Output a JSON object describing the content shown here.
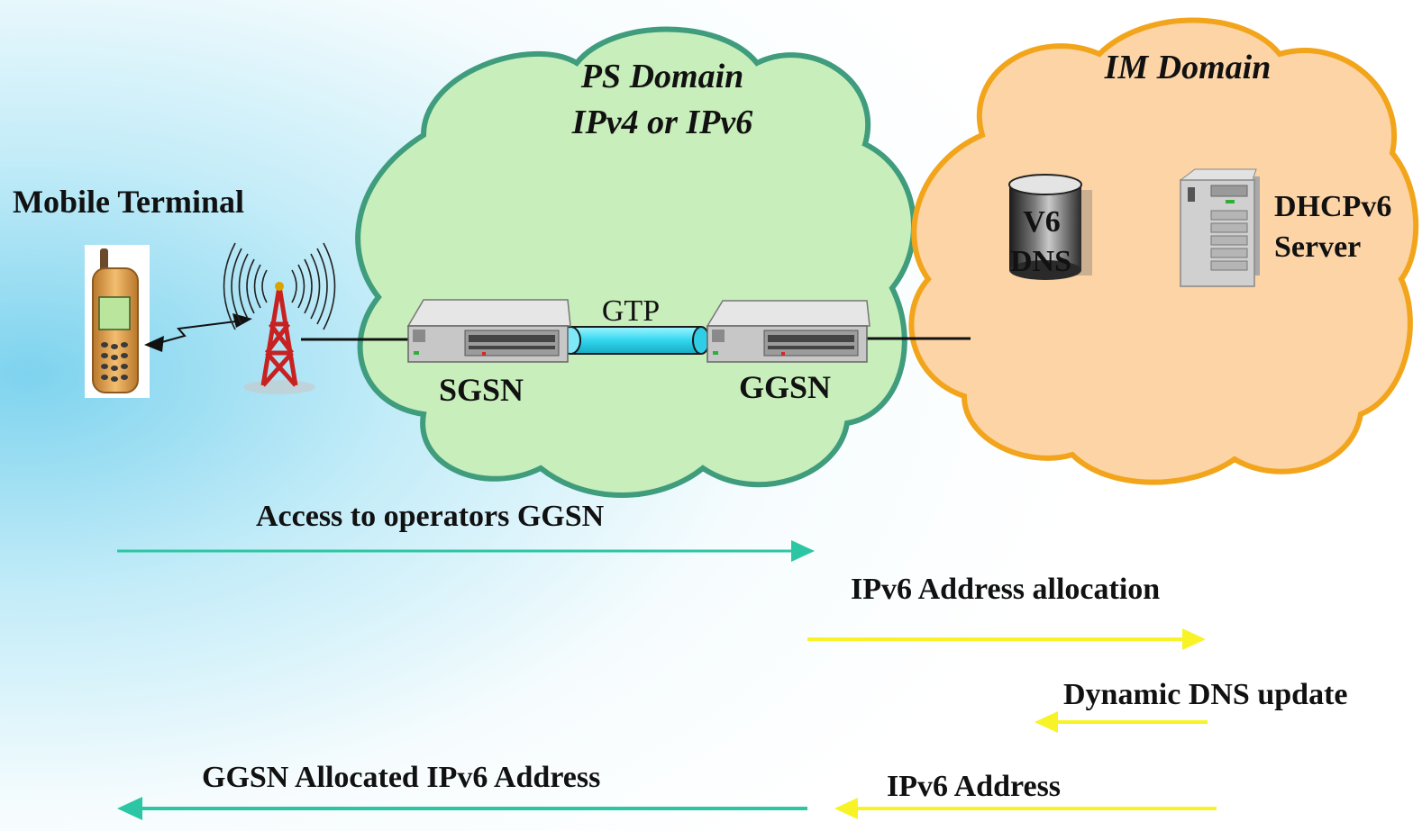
{
  "clouds": {
    "ps": {
      "title_line1": "PS Domain",
      "title_line2": "IPv4 or IPv6",
      "fill": "#c8eebb",
      "stroke": "#3f9c7c"
    },
    "im": {
      "title": "IM Domain",
      "fill": "#fdd4a6",
      "stroke": "#f2a41b"
    }
  },
  "labels": {
    "mobile_terminal": "Mobile Terminal",
    "gtp": "GTP",
    "sgsn": "SGSN",
    "ggsn": "GGSN",
    "dns_line1": "V6",
    "dns_line2": "DNS",
    "dhcp_line1": "DHCPv6",
    "dhcp_line2": "Server"
  },
  "flows": [
    {
      "label": "Access to operators GGSN",
      "direction": "right",
      "color": "#2cc6a4"
    },
    {
      "label": "IPv6 Address allocation",
      "direction": "right",
      "color": "#f7f326"
    },
    {
      "label": "Dynamic DNS update",
      "direction": "left",
      "color": "#f7f326"
    },
    {
      "label": "GGSN Allocated IPv6 Address",
      "direction": "left",
      "color": "#2cc6a4"
    },
    {
      "label": "IPv6 Address",
      "direction": "left",
      "color": "#f7f326"
    }
  ]
}
